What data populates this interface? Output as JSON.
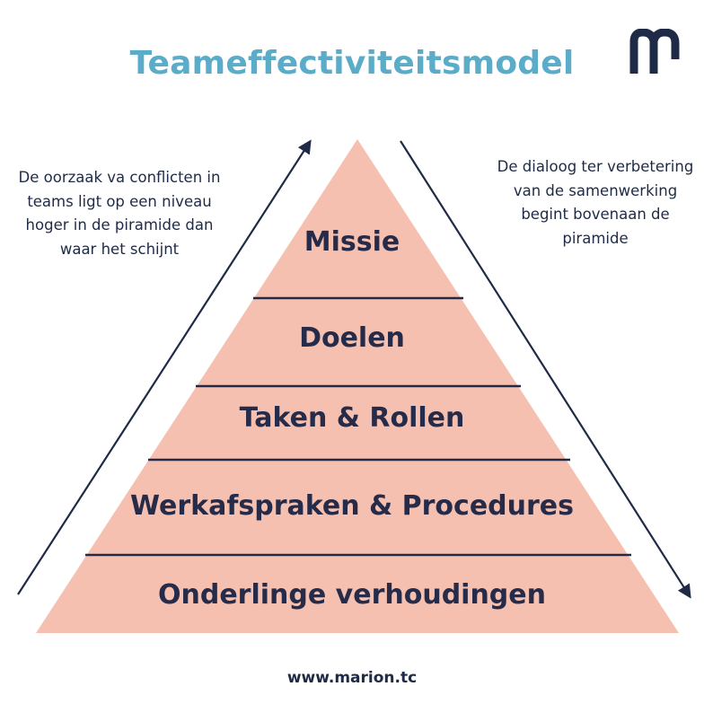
{
  "title": "Teameffectiviteitsmodel",
  "left_note": "De oorzaak va conflicten in teams ligt op een niveau hoger in de piramide dan waar het schijnt",
  "right_note": "De dialoog ter verbetering van de samenwerking begint bovenaan de piramide",
  "pyramid": {
    "levels": [
      {
        "label": "Missie"
      },
      {
        "label": "Doelen"
      },
      {
        "label": "Taken & Rollen"
      },
      {
        "label": "Werkafspraken & Procedures"
      },
      {
        "label": "Onderlinge verhoudingen"
      }
    ]
  },
  "footer": "www.marion.tc",
  "colors": {
    "pyramid_fill": "#f6c0b1",
    "divider": "#222a45",
    "arrow": "#1f2b46",
    "title": "#5bacc9",
    "logo": "#1f2b46"
  },
  "logo_icon": "marion-m-logo-icon"
}
